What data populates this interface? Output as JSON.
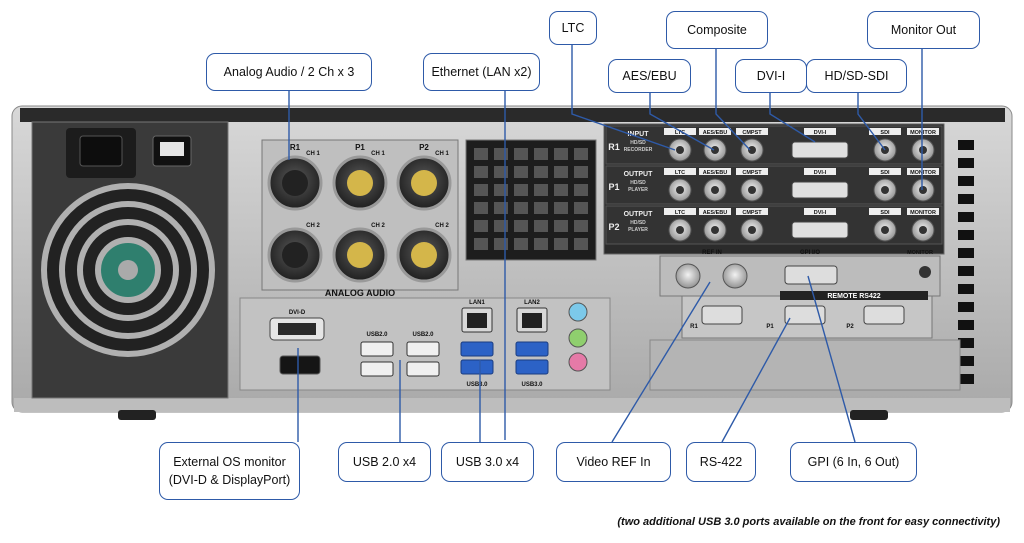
{
  "callouts": {
    "ltc": "LTC",
    "composite": "Composite",
    "monitor_out": "Monitor Out",
    "analog_audio": "Analog Audio / 2 Ch x 3",
    "ethernet": "Ethernet (LAN x2)",
    "aes_ebu": "AES/EBU",
    "dvi_i": "DVI-I",
    "hd_sd_sdi": "HD/SD-SDI",
    "external_os_monitor_line1": "External OS monitor",
    "external_os_monitor_line2": "(DVI-D & DisplayPort)",
    "usb20": "USB 2.0 x4",
    "usb30": "USB 3.0 x4",
    "video_ref_in": "Video REF In",
    "rs422": "RS-422",
    "gpi": "GPI (6 In, 6 Out)"
  },
  "footnote": "(two additional USB 3.0 ports available on the front for easy connectivity)",
  "panel": {
    "audio_title": "ANALOG AUDIO",
    "audio_groups": [
      "R1",
      "P1",
      "P2"
    ],
    "ch1": "CH 1",
    "ch2": "CH 2",
    "dvi_d": "DVI-D",
    "usb20_label": "USB2.0",
    "usb30_label": "USB3.0",
    "lan1": "LAN1",
    "lan2": "LAN2",
    "rows": [
      {
        "id": "R1",
        "mode": "INPUT",
        "sub1": "HD/SD",
        "sub2": "RECORDER"
      },
      {
        "id": "P1",
        "mode": "OUTPUT",
        "sub1": "HD/SD",
        "sub2": "PLAYER"
      },
      {
        "id": "P2",
        "mode": "OUTPUT",
        "sub1": "HD/SD",
        "sub2": "PLAYER"
      }
    ],
    "col_ltc": "LTC",
    "col_aes": "AES/EBU",
    "col_cmpst": "CMPST",
    "col_dvi": "DVI-I",
    "col_sdi": "SDI",
    "col_monitor": "MONITOR",
    "ref_in": "REF IN",
    "gpi_io": "GPI I/O",
    "remote_rs422": "REMOTE RS422",
    "rs_ports": [
      "R1",
      "P1",
      "P2"
    ],
    "monitor_lbl": "MONITOR"
  },
  "colors": {
    "accent": "#2e5aa8",
    "chassis": "#2b2b2b",
    "metal": "#c9c9c9"
  }
}
